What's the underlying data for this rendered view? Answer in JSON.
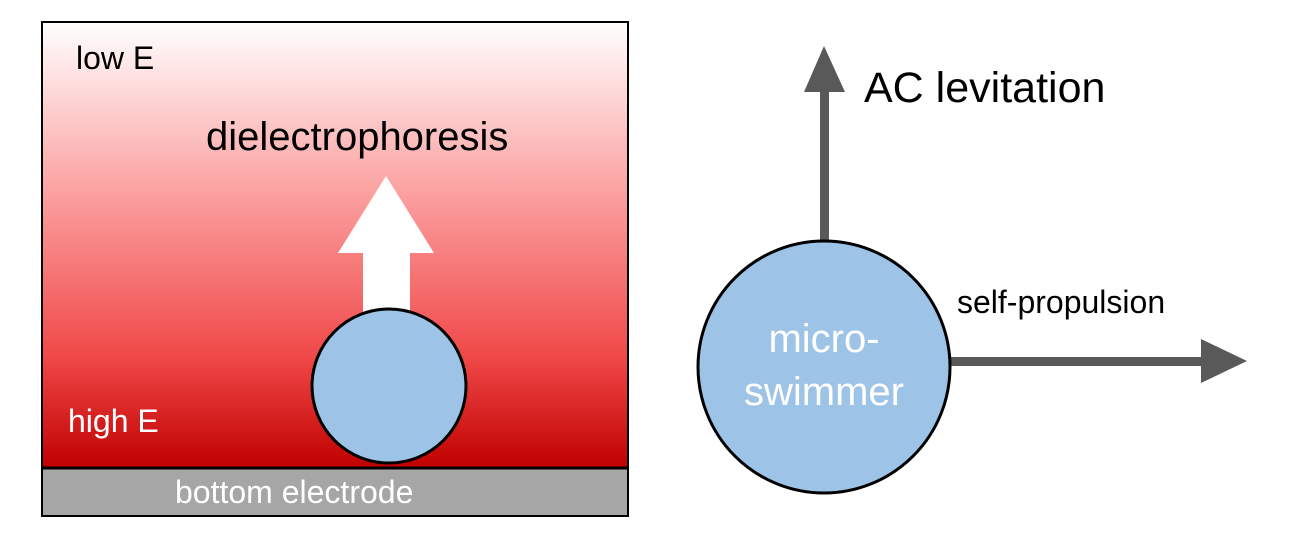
{
  "left_panel": {
    "low_label": "low E",
    "high_label": "high E",
    "force_label": "dielectrophoresis",
    "electrode_label": "bottom electrode",
    "gradient_top_color": "#ffffff",
    "gradient_bottom_color": "#c00000",
    "electrode_color": "#a6a6a6"
  },
  "right_panel": {
    "particle_label_line1": "micro-",
    "particle_label_line2": "swimmer",
    "vertical_arrow_label": "AC levitation",
    "horizontal_arrow_label": "self-propulsion",
    "arrow_color": "#595959"
  },
  "colors": {
    "particle_fill": "#9dc3e6",
    "particle_stroke": "#000000",
    "force_arrow": "#ffffff"
  }
}
